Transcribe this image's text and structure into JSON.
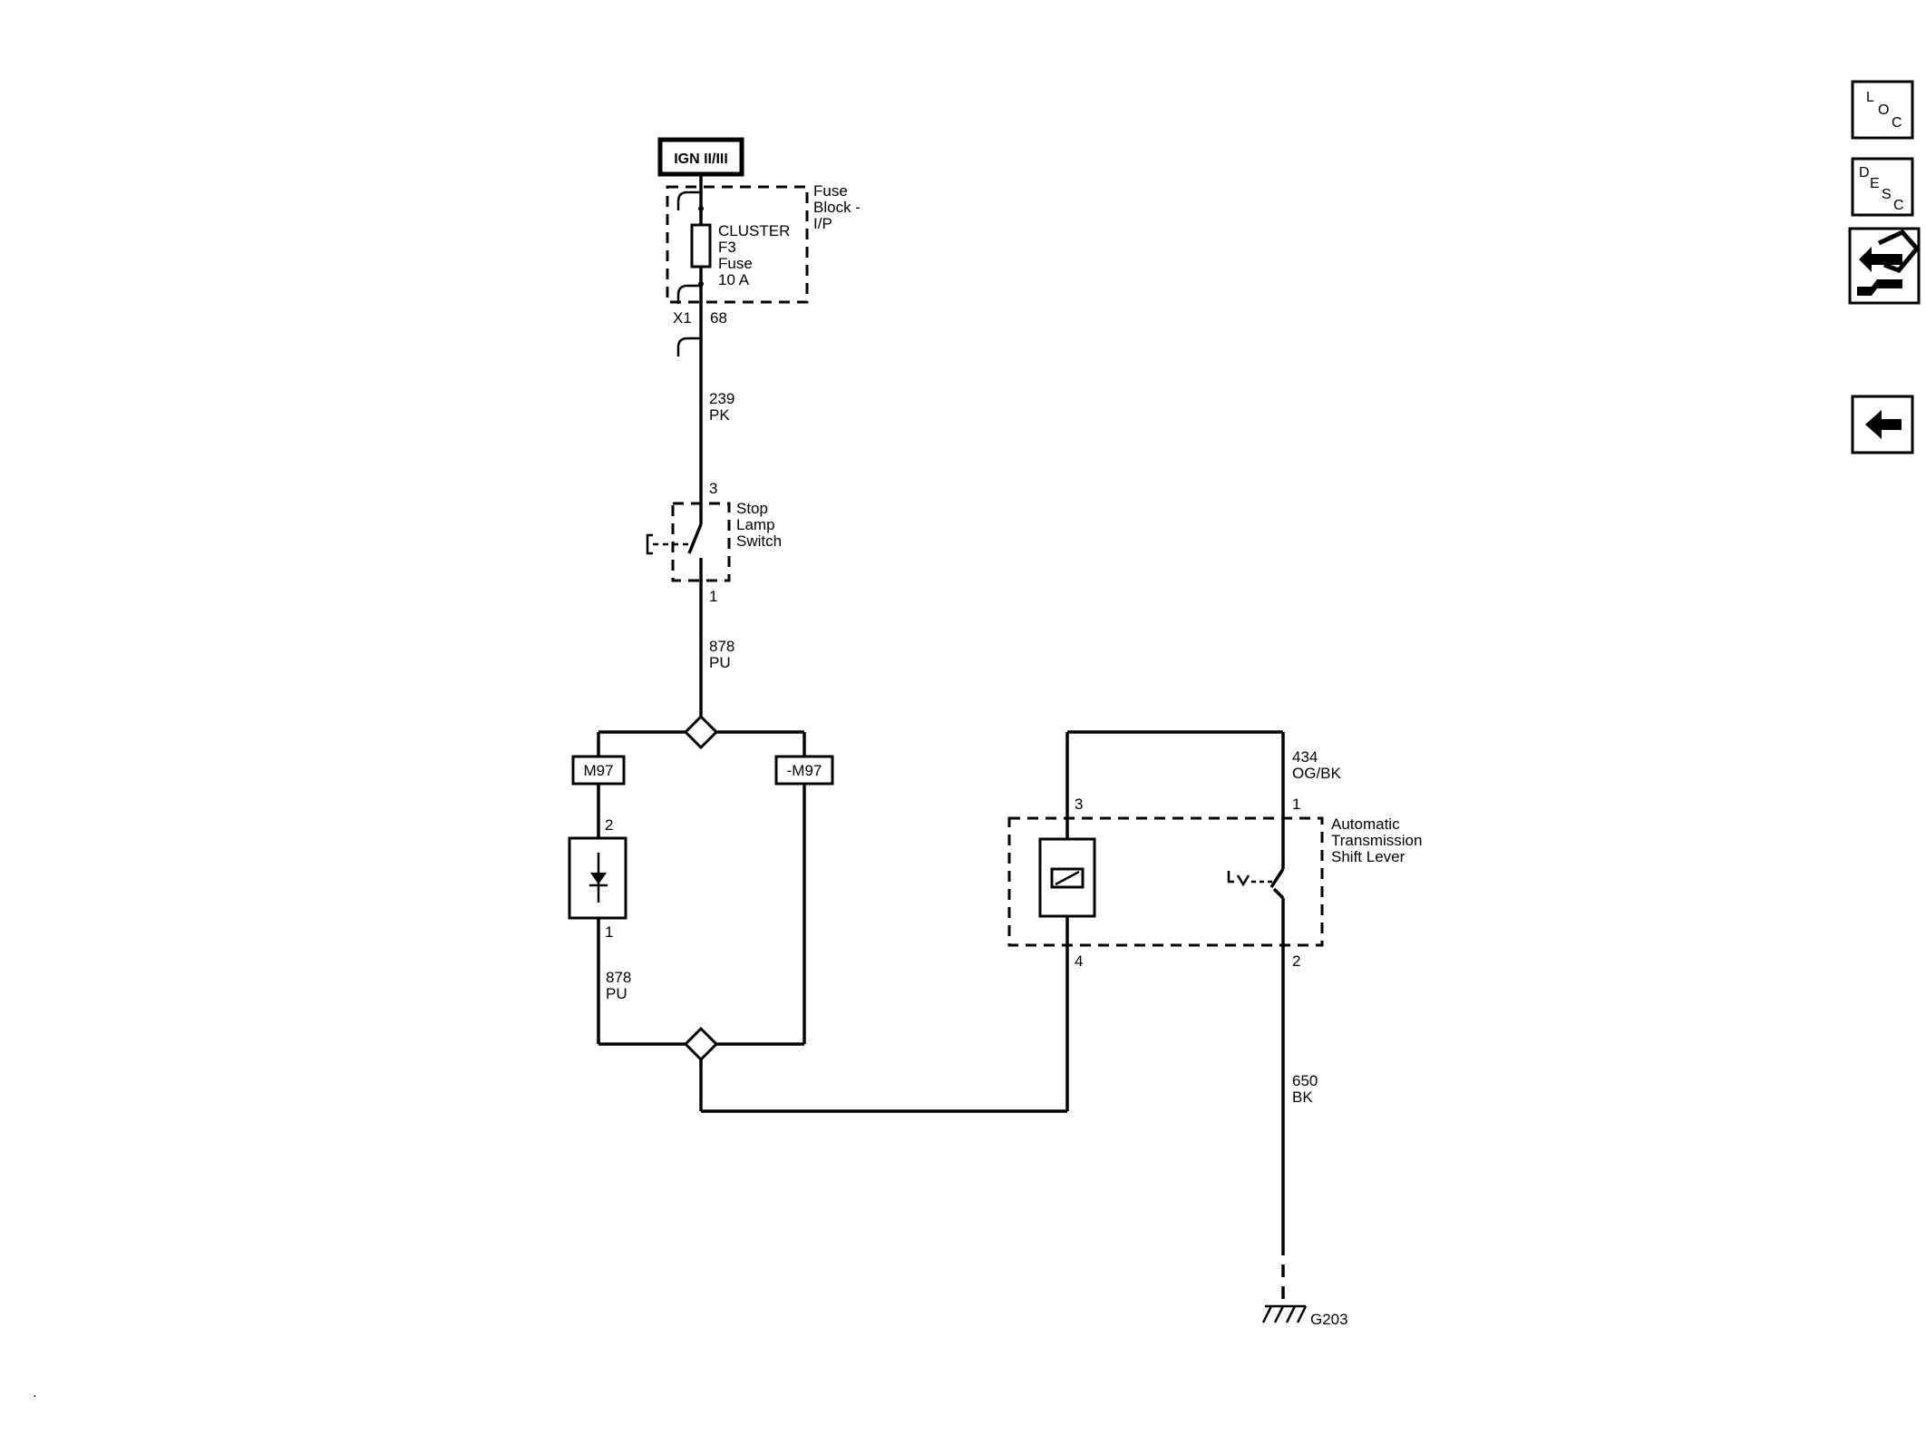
{
  "power_source": {
    "label": "IGN II/III"
  },
  "fuse_block": {
    "name_line1": "Fuse",
    "name_line2": "Block -",
    "name_line3": "I/P",
    "fuse_line1": "CLUSTER",
    "fuse_line2": "F3",
    "fuse_line3": "Fuse",
    "fuse_line4": "10 A",
    "connector": "X1",
    "pin": "68"
  },
  "wires": {
    "w239": {
      "circuit": "239",
      "color": "PK"
    },
    "w878_top": {
      "circuit": "878",
      "color": "PU"
    },
    "w878_left": {
      "circuit": "878",
      "color": "PU"
    },
    "w434": {
      "circuit": "434",
      "color": "OG/BK"
    },
    "w650": {
      "circuit": "650",
      "color": "BK"
    }
  },
  "stop_lamp_switch": {
    "line1": "Stop",
    "line2": "Lamp",
    "line3": "Switch",
    "pin_top": "3",
    "pin_bottom": "1"
  },
  "options": {
    "left": "M97",
    "right": "-M97"
  },
  "diode": {
    "pin_top": "2",
    "pin_bottom": "1"
  },
  "shift_lever": {
    "line1": "Automatic",
    "line2": "Transmission",
    "line3": "Shift Lever",
    "pin_solenoid_top": "3",
    "pin_solenoid_bottom": "4",
    "pin_switch_top": "1",
    "pin_switch_bottom": "2"
  },
  "ground": {
    "label": "G203"
  },
  "nav": {
    "loc": {
      "l1": "L",
      "l2": "O",
      "l3": "C"
    },
    "desc": {
      "l1": "D",
      "l2": "E",
      "l3": "S",
      "l4": "C"
    }
  },
  "footer_mark": "."
}
